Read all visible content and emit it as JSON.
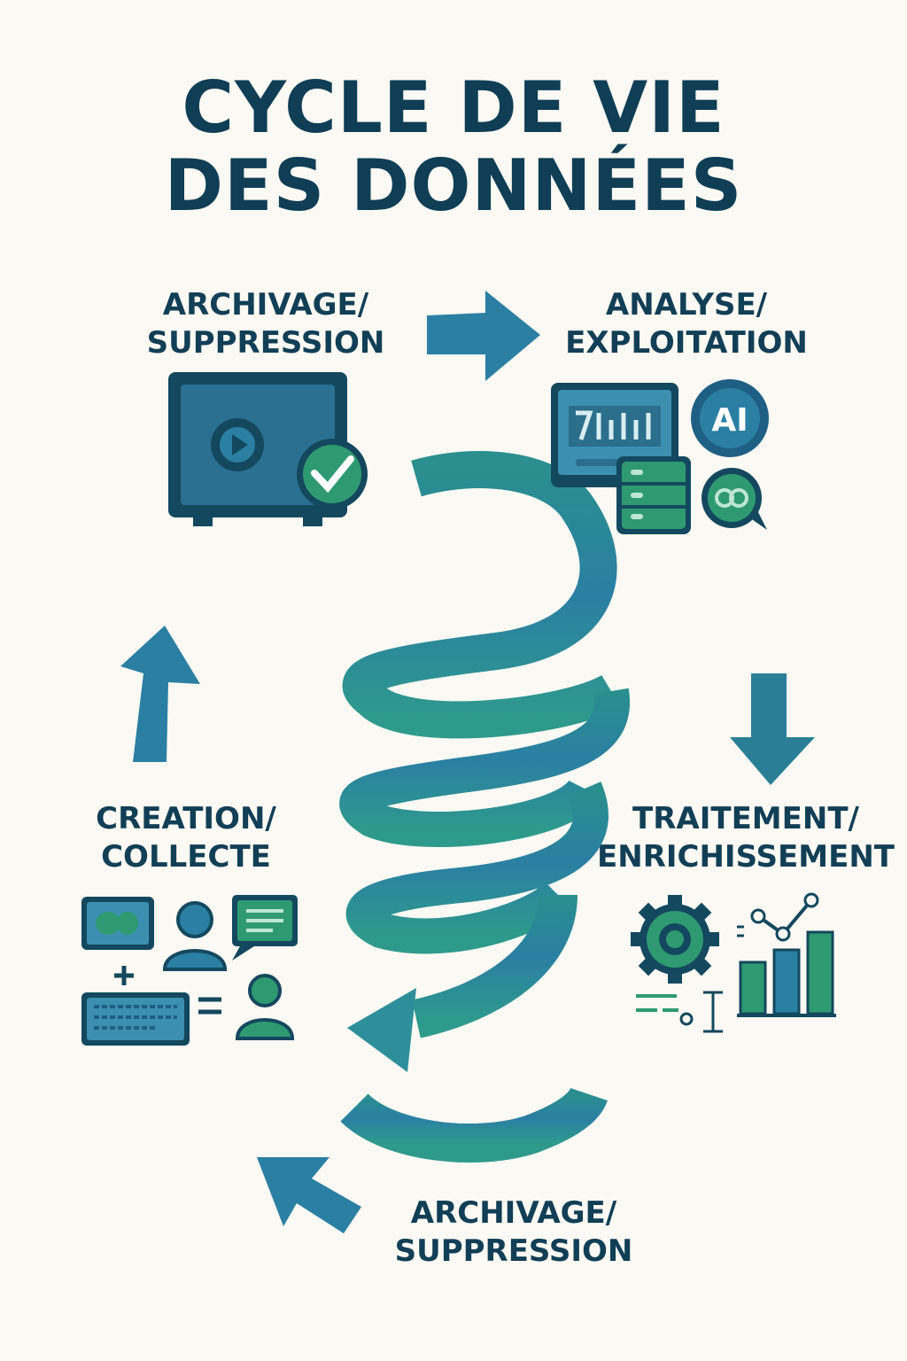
{
  "title": {
    "line1": "CYCLE DE VIE",
    "line2": "DES DONNÉES"
  },
  "stages": {
    "archivage_top": {
      "line1": "ARCHIVAGE/",
      "line2": "SUPPRESSION"
    },
    "analyse": {
      "line1": "ANALYSE/",
      "line2": "EXPLOITATION",
      "badge": "AI"
    },
    "creation": {
      "line1": "CREATION/",
      "line2": "COLLECTE"
    },
    "traitement": {
      "line1": "TRAITEMENT/",
      "line2": "ENRICHISSEMENT"
    },
    "archivage_bottom": {
      "line1": "ARCHIVAGE/",
      "line2": "SUPPRESSION"
    }
  },
  "colors": {
    "background": "#fbf9f3",
    "text": "#0f3e55",
    "blue": "#2b7fa3",
    "teal": "#2a9489",
    "dark": "#14485e",
    "green": "#2f9a72"
  }
}
